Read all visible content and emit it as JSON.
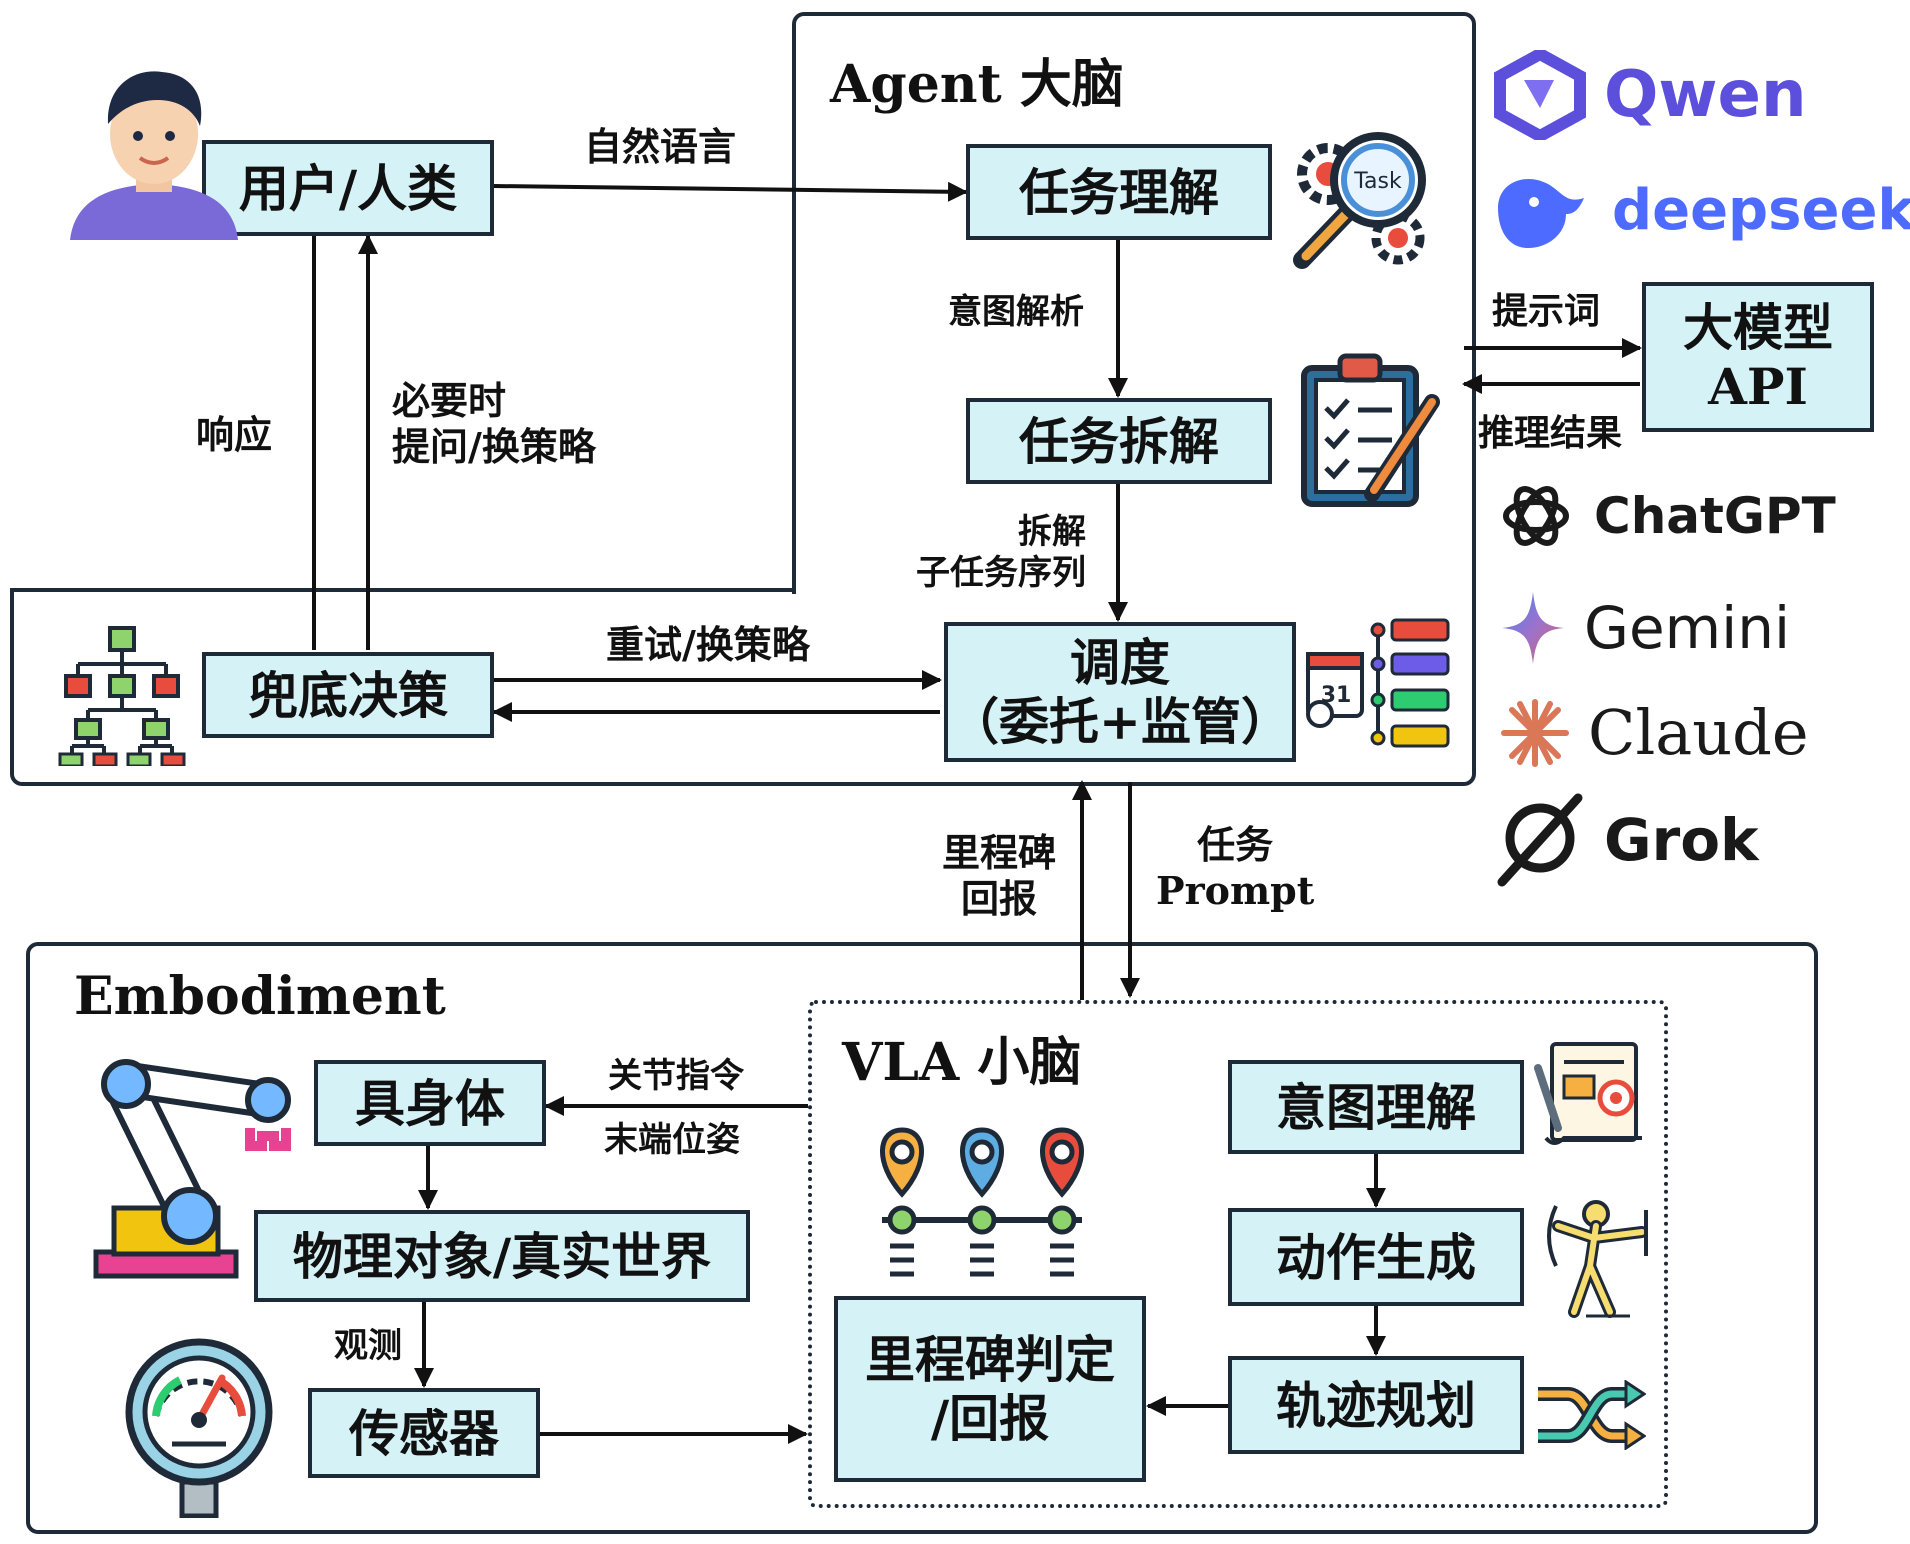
{
  "regions": {
    "agent_title": "Agent 大脑",
    "embodiment_title": "Embodiment",
    "vla_title": "VLA 小脑"
  },
  "nodes": {
    "user": "用户/人类",
    "task_understanding": "任务理解",
    "task_decompose": "任务拆解",
    "schedule": "调度\n（委托+监管）",
    "fallback": "兜底决策",
    "llm_api": "大模型\nAPI",
    "body": "具身体",
    "physical_world": "物理对象/真实世界",
    "sensor": "传感器",
    "intent": "意图理解",
    "action": "动作生成",
    "trajectory": "轨迹规划",
    "milestone_judge": "里程碑判定\n/回报"
  },
  "edges": {
    "natural_language": "自然语言",
    "intent_parse": "意图解析",
    "decompose_seq": "拆解\n子任务序列",
    "retry": "重试/换策略",
    "respond": "响应",
    "ask_when_needed": "必要时\n提问/换策略",
    "prompt_word": "提示词",
    "inference_result": "推理结果",
    "milestone_report": "里程碑\n回报",
    "task_prompt": "任务\nPrompt",
    "joint_cmd": "关节指令",
    "end_pose": "末端位姿",
    "observe": "观测"
  },
  "icons": {
    "task_icon_text": "Task",
    "calendar_number": "31"
  },
  "brands": {
    "qwen": "Qwen",
    "deepseek": "deepseek",
    "chatgpt": "ChatGPT",
    "gemini": "Gemini",
    "claude": "Claude",
    "grok": "Grok"
  },
  "colors": {
    "node_fill": "#d5f2f6",
    "border": "#1f2a38",
    "qwen": "#5b4fdc",
    "deepseek": "#4d6bfe",
    "claude_star": "#d97757",
    "chatgpt": "#1a1a1a"
  }
}
